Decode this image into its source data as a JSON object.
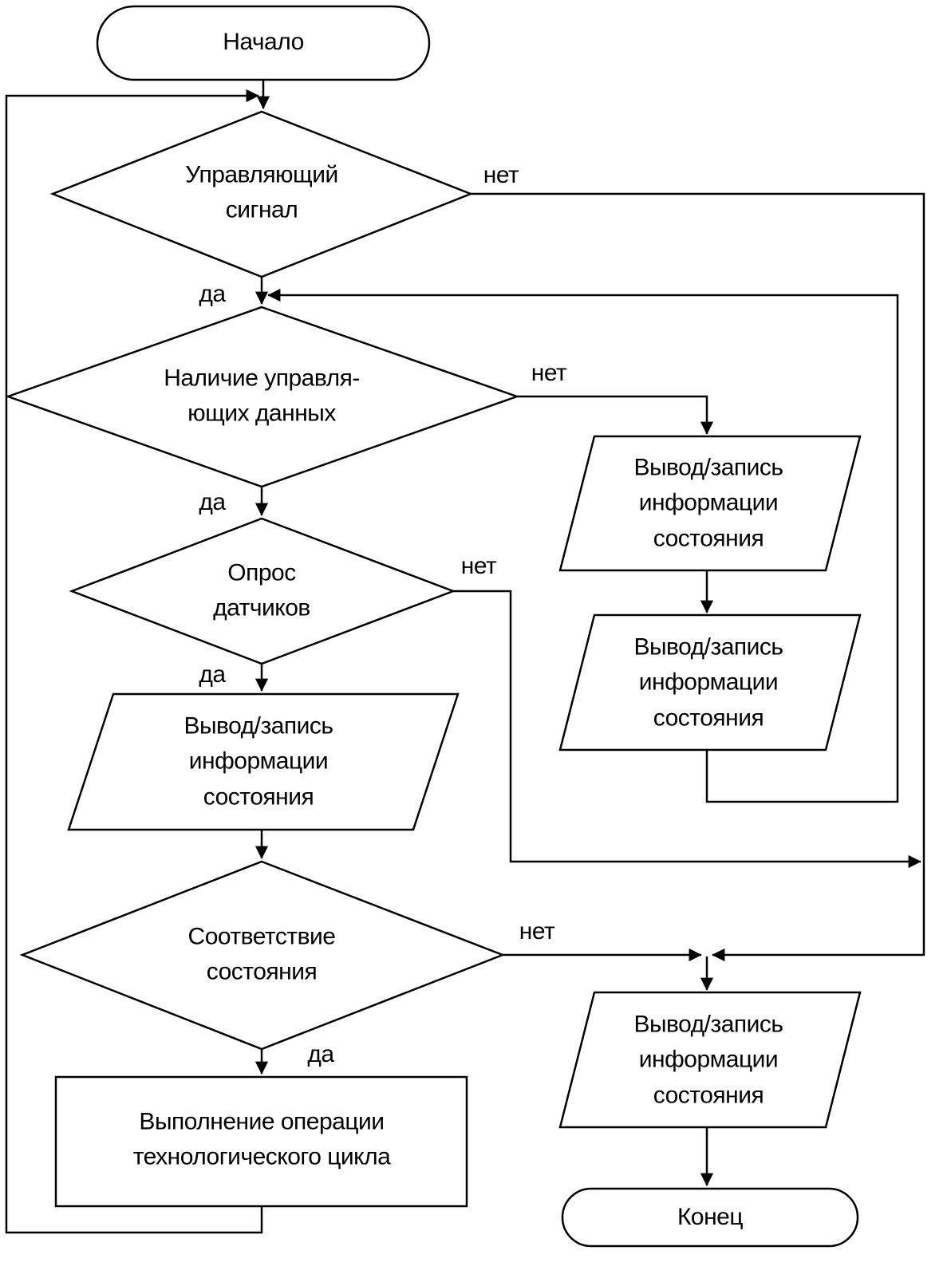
{
  "diagram": {
    "type": "flowchart",
    "language": "ru",
    "colors": {
      "stroke": "#000000",
      "shape_fill": "#ffffff",
      "background": "#ffffff",
      "text": "#000000"
    },
    "nodes": {
      "start": {
        "type": "terminator",
        "label": "Начало"
      },
      "d1": {
        "type": "decision",
        "label": "Управляющий\nсигнал"
      },
      "d2": {
        "type": "decision",
        "label": "Наличие управля-\nющих данных"
      },
      "d3": {
        "type": "decision",
        "label": "Опрос\nдатчиков"
      },
      "io_left": {
        "type": "input-output",
        "label": "Вывод/запись\nинформации\nсостояния"
      },
      "d4": {
        "type": "decision",
        "label": "Соответствие\nсостояния"
      },
      "process": {
        "type": "process",
        "label": "Выполнение операции\nтехнологического цикла"
      },
      "io_r1": {
        "type": "input-output",
        "label": "Вывод/запись\nинформации\nсостояния"
      },
      "io_r2": {
        "type": "input-output",
        "label": "Вывод/запись\nинформации\nсостояния"
      },
      "io_r3": {
        "type": "input-output",
        "label": "Вывод/запись\nинформации\nсостояния"
      },
      "end": {
        "type": "terminator",
        "label": "Конец"
      }
    },
    "edge_labels": {
      "d1_no": "нет",
      "d1_yes": "да",
      "d2_no": "нет",
      "d2_yes": "да",
      "d3_no": "нет",
      "d3_yes": "да",
      "d4_no": "нет",
      "d4_yes": "да"
    }
  }
}
